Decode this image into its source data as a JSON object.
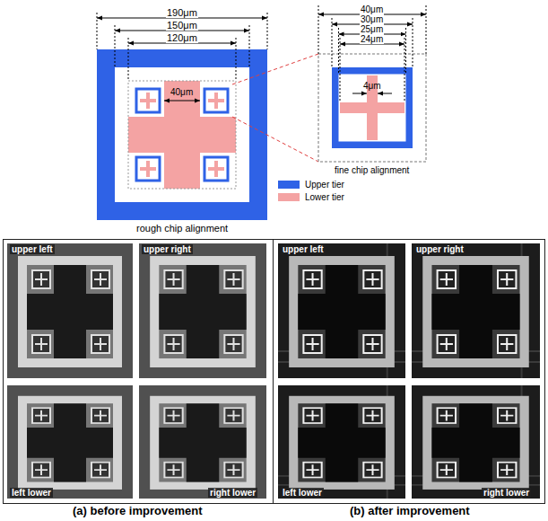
{
  "diagram": {
    "nodes": [
      {
        "text": [
          "(a) before improvement"
        ]
      },
      {
        "text": [
          "upper left"
        ],
        "in": 0
      },
      {
        "text": [
          "upper right"
        ],
        "in": 0
      },
      {
        "text": [
          "left lower"
        ],
        "in": 0
      },
      {
        "text": [
          "right lower"
        ],
        "in": 0
      },
      {
        "text": [
          "(b) after improvement"
        ]
      },
      {
        "text": [
          "upper left"
        ],
        "in": 5
      },
      {
        "text": [
          "upper right"
        ],
        "in": 5
      },
      {
        "text": [
          "left lower"
        ],
        "in": 5
      },
      {
        "text": [
          "right lower"
        ],
        "in": 5
      }
    ],
    "edges": [],
    "labels": [
      "190μm",
      "150μm",
      "120μm",
      "40μm",
      "rough chip alignment",
      "40μm",
      "30μm",
      "25μm",
      "24μm",
      "4μm",
      "fine chip alignment"
    ],
    "legend": [
      {
        "text": "Upper tier",
        "color": "#2f62e6"
      },
      {
        "text": "Lower tier",
        "color": "#f4a3a3"
      }
    ]
  }
}
